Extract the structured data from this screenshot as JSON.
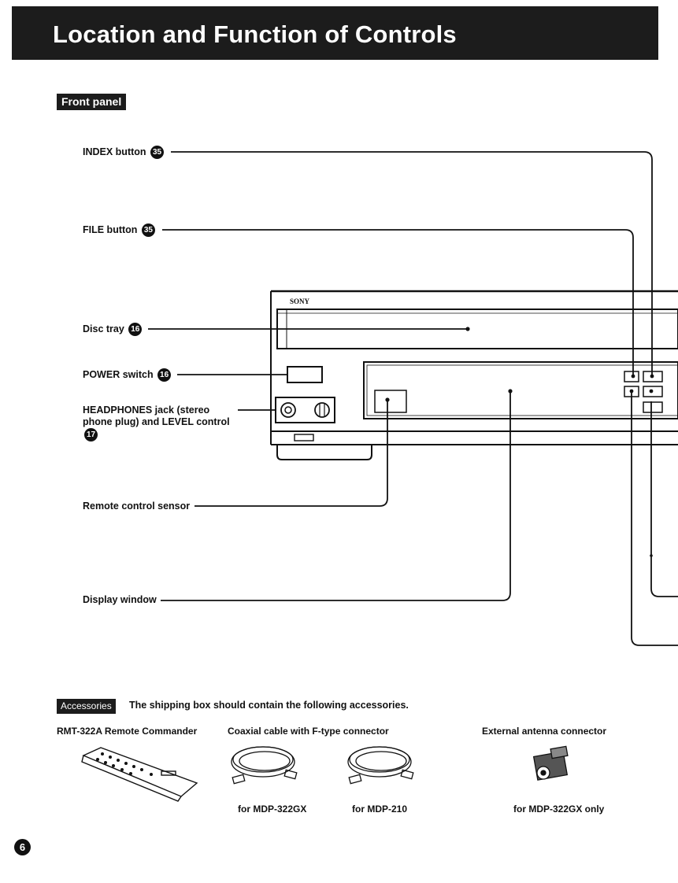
{
  "header": {
    "title": "Location and Function of Controls"
  },
  "section": {
    "label": "Front panel"
  },
  "device": {
    "brand": "SONY"
  },
  "callouts": [
    {
      "label": "INDEX button",
      "ref": "35"
    },
    {
      "label": "FILE button",
      "ref": "35"
    },
    {
      "label": "Disc tray",
      "ref": "16"
    },
    {
      "label": "POWER switch",
      "ref": "16"
    },
    {
      "label": "HEADPHONES jack (stereo phone plug) and LEVEL control",
      "ref": "17"
    },
    {
      "label": "Remote control sensor",
      "ref": ""
    },
    {
      "label": "Display window",
      "ref": ""
    }
  ],
  "accessories": {
    "tag": "Accessories",
    "intro": "The shipping box should contain the following accessories.",
    "items": [
      {
        "label": "RMT-322A Remote Commander",
        "caption": ""
      },
      {
        "label": "Coaxial cable with F-type connector",
        "caption": "for MDP-322GX"
      },
      {
        "label": "",
        "caption": "for MDP-210"
      },
      {
        "label": "External antenna connector",
        "caption": "for MDP-322GX only"
      }
    ]
  },
  "page": {
    "number": "6"
  }
}
